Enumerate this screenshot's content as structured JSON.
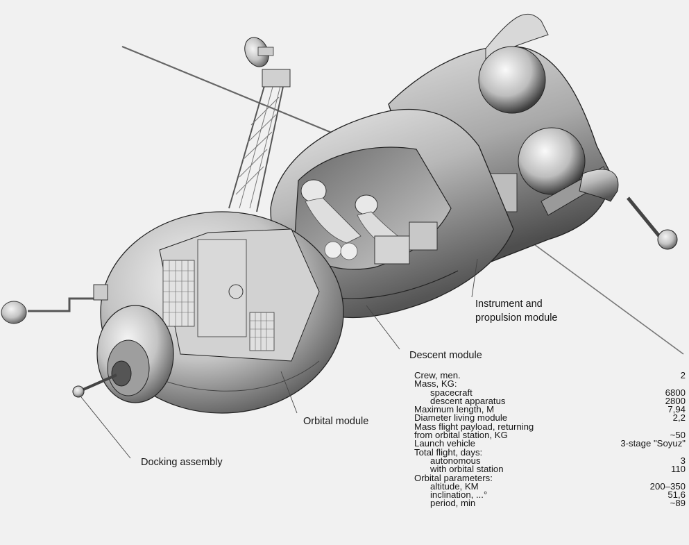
{
  "diagram": {
    "subject": "Soyuz spacecraft cutaway illustration",
    "labels": {
      "instrument_module_line1": "Instrument and",
      "instrument_module_line2": "propulsion module",
      "descent_module": "Descent module",
      "orbital_module": "Orbital module",
      "docking_assembly": "Docking assembly"
    },
    "colors": {
      "background": "#f1f1f1",
      "hull_light": "#e6e6e6",
      "hull_mid": "#b5b5b5",
      "hull_dark": "#4a4a4a",
      "line": "#222222",
      "text": "#151515"
    }
  },
  "specs": {
    "rows": [
      {
        "key": "Crew, men.",
        "value": "2",
        "indent": false
      },
      {
        "key": "Mass, KG:",
        "value": "",
        "indent": false
      },
      {
        "key": "spacecraft",
        "value": "6800",
        "indent": true
      },
      {
        "key": "descent apparatus",
        "value": "2800",
        "indent": true
      },
      {
        "key": "Maximum length, M",
        "value": "7,94",
        "indent": false
      },
      {
        "key": "Diameter living module",
        "value": "2,2",
        "indent": false
      },
      {
        "key": "Mass flight payload, returning",
        "value": "",
        "indent": false
      },
      {
        "key": "from orbital station, KG",
        "value": "~50",
        "indent": false
      },
      {
        "key": "Launch  vehicle",
        "value": "3-stage \"Soyuz\"",
        "indent": false
      },
      {
        "key": "Total flight, days:",
        "value": "",
        "indent": false
      },
      {
        "key": "autonomous",
        "value": "3",
        "indent": true
      },
      {
        "key": "with orbital station",
        "value": "110",
        "indent": true
      },
      {
        "key": "Orbital parameters:",
        "value": "",
        "indent": false
      },
      {
        "key": "altitude, KM",
        "value": "200–350",
        "indent": true
      },
      {
        "key": "inclination, ...°",
        "value": "51,6",
        "indent": true
      },
      {
        "key": "period, min",
        "value": "~89",
        "indent": true
      }
    ]
  }
}
